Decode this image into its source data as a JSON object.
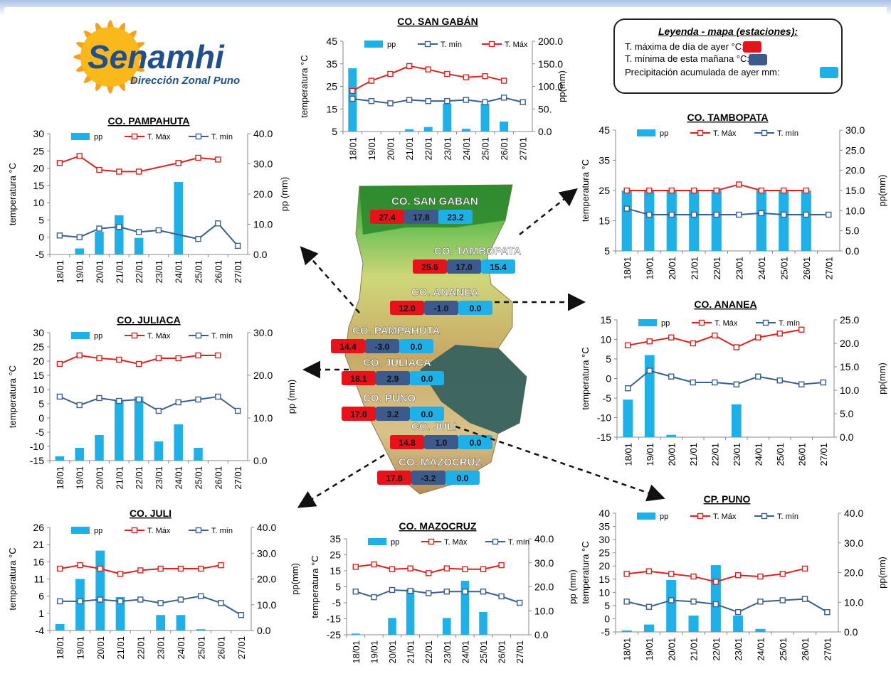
{
  "logo": {
    "name": "Senamhi",
    "subtitle": "Dirección Zonal Puno"
  },
  "legend": {
    "title": "Leyenda - mapa (estaciones):",
    "items": [
      {
        "label": "T. máxima  de día de ayer °C:",
        "color": "#e8121a"
      },
      {
        "label": "T. mínima  de esta mañana  °C:",
        "color": "#3d5a8c"
      },
      {
        "label": "Precipitación acumulada de ayer mm:",
        "color": "#1eb0e8"
      }
    ]
  },
  "colors": {
    "pp": "#1eb0e8",
    "tmax": "#e0201c",
    "tmin": "#3b5f8f",
    "map_forest": "#2e8b2e",
    "map_highland": "#2f5d5d"
  },
  "map_stations": [
    {
      "name": "CO. SAN GABAN",
      "tmax": "27.4",
      "tmin": "17.8",
      "pp": "23.2"
    },
    {
      "name": "CO. TAMBOPATA",
      "tmax": "25.6",
      "tmin": "17.0",
      "pp": "15.4"
    },
    {
      "name": "CO. ANANEA",
      "tmax": "12.0",
      "tmin": "-1.0",
      "pp": "0.0"
    },
    {
      "name": "CO. PAMPAHUTA",
      "tmax": "14.4",
      "tmin": "-3.0",
      "pp": "0.0"
    },
    {
      "name": "CO. JULIACA",
      "tmax": "18.1",
      "tmin": "2.9",
      "pp": "0.0"
    },
    {
      "name": "CO. PUNO",
      "tmax": "17.0",
      "tmin": "3.2",
      "pp": "0.0"
    },
    {
      "name": "CO. JULI",
      "tmax": "14.8",
      "tmin": "1.0",
      "pp": "0.0"
    },
    {
      "name": "CO. MAZOCRUZ",
      "tmax": "17.8",
      "tmin": "-3.2",
      "pp": "0.0"
    }
  ],
  "chart_data": [
    {
      "id": "san-gaban",
      "type": "bar+line",
      "title": "CO. SAN GABÁN",
      "legend_order": [
        "pp",
        "T. mín",
        "T. Máx"
      ],
      "categories": [
        "18/01",
        "19/01",
        "20/01",
        "21/01",
        "22/01",
        "23/01",
        "24/01",
        "25/01",
        "26/01",
        "27/01"
      ],
      "ylabel": "temperatura °C",
      "y2label": "pp(mm)",
      "ylim": [
        5,
        45
      ],
      "yticks": [
        "45",
        "35",
        "25",
        "15",
        "5"
      ],
      "y2lim": [
        0,
        200
      ],
      "y2ticks": [
        "200.0",
        "150.0",
        "100.0",
        "50.",
        "0.0"
      ],
      "series": [
        {
          "name": "pp",
          "kind": "bar",
          "axis": "y2",
          "values": [
            140,
            null,
            null,
            5,
            10,
            62,
            6,
            62,
            22,
            null
          ]
        },
        {
          "name": "T. Máx",
          "kind": "line",
          "axis": "y",
          "values": [
            23,
            27.5,
            30.5,
            34,
            32.5,
            30.5,
            29,
            29.5,
            27.5,
            null
          ]
        },
        {
          "name": "T. mín",
          "kind": "line",
          "axis": "y",
          "values": [
            19.5,
            18.5,
            17.5,
            19,
            18.5,
            18.5,
            19,
            18,
            20,
            18
          ]
        }
      ]
    },
    {
      "id": "pampahuta",
      "type": "bar+line",
      "title": "CO. PAMPAHUTA",
      "legend_order": [
        "pp",
        "T. Máx",
        "T. mín"
      ],
      "categories": [
        "18/01",
        "19/01",
        "20/01",
        "21/01",
        "22/01",
        "23/01",
        "24/01",
        "25/01",
        "26/01",
        "27/01"
      ],
      "ylabel": "temperatura °C",
      "y2label": "pp (mm)",
      "ylim": [
        -5,
        30
      ],
      "yticks": [
        "30",
        "25",
        "20",
        "15",
        "10",
        "5",
        "0",
        "-5"
      ],
      "y2lim": [
        0,
        40
      ],
      "y2ticks": [
        "40.0",
        "30.0",
        "20.0",
        "10.0",
        "0.0"
      ],
      "series": [
        {
          "name": "pp",
          "kind": "bar",
          "axis": "y2",
          "values": [
            null,
            2,
            7.5,
            13,
            5.5,
            null,
            24,
            null,
            null,
            null
          ]
        },
        {
          "name": "T. Máx",
          "kind": "line",
          "axis": "y",
          "values": [
            21.5,
            23.5,
            19.5,
            19,
            19,
            null,
            21.5,
            23,
            22.5,
            null
          ]
        },
        {
          "name": "T. mín",
          "kind": "line",
          "axis": "y",
          "values": [
            0.5,
            0,
            2.5,
            3,
            1.5,
            2,
            null,
            -0.5,
            4,
            -2.5
          ]
        }
      ]
    },
    {
      "id": "tambopata",
      "type": "bar+line",
      "title": "CO. TAMBOPATA",
      "legend_order": [
        "pp",
        "T. Máx",
        "T. mín"
      ],
      "categories": [
        "18/01",
        "19/01",
        "20/01",
        "21/01",
        "22/01",
        "23/01",
        "24/01",
        "25/01",
        "26/01",
        "27/01"
      ],
      "ylabel": "temperatura °C",
      "y2label": "pp(mm)",
      "ylim": [
        5,
        45
      ],
      "yticks": [
        "45",
        "35",
        "25",
        "15",
        "5"
      ],
      "y2lim": [
        0,
        30
      ],
      "y2ticks": [
        "30.0",
        "25.0",
        "20.0",
        "15.0",
        "10.0",
        "5.0",
        "0.0"
      ],
      "series": [
        {
          "name": "pp",
          "kind": "bar",
          "axis": "y2",
          "values": [
            15,
            15,
            15,
            15,
            15,
            null,
            15,
            15,
            15,
            null
          ]
        },
        {
          "name": "T. Máx",
          "kind": "line",
          "axis": "y",
          "values": [
            25,
            25,
            25,
            25,
            25,
            27,
            25,
            25,
            25,
            null
          ]
        },
        {
          "name": "T. mín",
          "kind": "line",
          "axis": "y",
          "values": [
            19,
            17,
            17,
            17,
            17,
            17,
            17.5,
            17,
            17,
            17
          ]
        }
      ]
    },
    {
      "id": "juliaca",
      "type": "bar+line",
      "title": "CO. JULIACA",
      "legend_order": [
        "pp",
        "T. Máx",
        "T. mín"
      ],
      "categories": [
        "18/01",
        "19/01",
        "20/01",
        "21/01",
        "22/01",
        "23/01",
        "24/01",
        "25/01",
        "26/01",
        "27/01"
      ],
      "ylabel": "temperatura °C",
      "y2label": "pp (mm)",
      "ylim": [
        -15,
        30
      ],
      "yticks": [
        "30",
        "25",
        "20",
        "15",
        "10",
        "5",
        "0",
        "-5",
        "-10",
        "-15"
      ],
      "y2lim": [
        0,
        30
      ],
      "y2ticks": [
        "30.0",
        "20.0",
        "10.0",
        "0.0"
      ],
      "series": [
        {
          "name": "pp",
          "kind": "bar",
          "axis": "y2",
          "values": [
            1,
            3,
            6,
            14,
            15,
            4.5,
            8.5,
            3,
            null,
            null
          ]
        },
        {
          "name": "T. Máx",
          "kind": "line",
          "axis": "y",
          "values": [
            19,
            22,
            21,
            20.5,
            19,
            21,
            21,
            22,
            22,
            null
          ]
        },
        {
          "name": "T. mín",
          "kind": "line",
          "axis": "y",
          "values": [
            7.5,
            4.5,
            7,
            6,
            6.5,
            2.5,
            5.5,
            6.5,
            7.5,
            2.5
          ]
        }
      ]
    },
    {
      "id": "ananea",
      "type": "bar+line",
      "title": "CO. ANANEA",
      "legend_order": [
        "pp",
        "T. Máx",
        "T. mín"
      ],
      "categories": [
        "18/01",
        "19/01",
        "20/01",
        "21/01",
        "22/01",
        "23/01",
        "24/01",
        "25/01",
        "26/01",
        "27/01"
      ],
      "ylabel": "temperatura °C",
      "y2label": "pp(mm)",
      "ylim": [
        -15,
        15
      ],
      "yticks": [
        "15",
        "10",
        "5",
        "0",
        "-5",
        "-10",
        "-15"
      ],
      "y2lim": [
        0,
        25
      ],
      "y2ticks": [
        "25.0",
        "20.0",
        "15.0",
        "10.0",
        "5.0",
        "0.0"
      ],
      "series": [
        {
          "name": "pp",
          "kind": "bar",
          "axis": "y2",
          "values": [
            8,
            17.5,
            0.5,
            null,
            null,
            7,
            null,
            null,
            null,
            null
          ]
        },
        {
          "name": "T. Máx",
          "kind": "line",
          "axis": "y",
          "values": [
            8.5,
            9.5,
            10.5,
            9,
            11,
            8,
            10.5,
            11.5,
            12.5,
            null
          ]
        },
        {
          "name": "T. mín",
          "kind": "line",
          "axis": "y",
          "values": [
            -2.5,
            2,
            0.5,
            -1,
            -1,
            -1.5,
            0.5,
            -0.5,
            -1.5,
            -1
          ]
        }
      ]
    },
    {
      "id": "juli",
      "type": "bar+line",
      "title": "CO. JULI",
      "legend_order": [
        "pp",
        "T. Máx",
        "T. mín"
      ],
      "categories": [
        "18/01",
        "19/01",
        "20/01",
        "21/01",
        "22/01",
        "23/01",
        "24/01",
        "25/01",
        "26/01",
        "27/01"
      ],
      "ylabel": "temperatura °C",
      "y2label": "pp(mm)",
      "ylim": [
        -4,
        26
      ],
      "yticks": [
        "26",
        "21",
        "16",
        "11",
        "6",
        "1",
        "-4"
      ],
      "y2lim": [
        0,
        40
      ],
      "y2ticks": [
        "40.0",
        "30.0",
        "20.0",
        "10.0",
        "0.0"
      ],
      "series": [
        {
          "name": "pp",
          "kind": "bar",
          "axis": "y2",
          "values": [
            2.5,
            20,
            31,
            13,
            null,
            6,
            6,
            0.5,
            null,
            null
          ]
        },
        {
          "name": "T. Máx",
          "kind": "line",
          "axis": "y",
          "values": [
            14,
            15,
            14,
            12.5,
            13.5,
            14,
            14,
            14,
            15,
            null
          ]
        },
        {
          "name": "T. mín",
          "kind": "line",
          "axis": "y",
          "values": [
            4.5,
            4.5,
            5,
            4.5,
            5,
            4,
            5,
            6,
            4,
            0.5
          ]
        }
      ]
    },
    {
      "id": "mazocruz",
      "type": "bar+line",
      "title": "CO. MAZOCRUZ",
      "legend_order": [
        "pp",
        "T. Máx",
        "T. mín"
      ],
      "categories": [
        "18/01",
        "19/01",
        "20/01",
        "21/01",
        "22/01",
        "23/01",
        "24/01",
        "25/01",
        "26/01",
        "27/01"
      ],
      "ylabel": "temperatura °C",
      "y2label": "pp (mm)",
      "ylim": [
        -25,
        35
      ],
      "yticks": [
        "35",
        "25",
        "15",
        "5",
        "-5",
        "-15",
        "-25"
      ],
      "y2lim": [
        0,
        40
      ],
      "y2ticks": [
        "40.0",
        "30.0",
        "20.0",
        "10.0",
        "0.0"
      ],
      "series": [
        {
          "name": "pp",
          "kind": "bar",
          "axis": "y2",
          "values": [
            0.5,
            null,
            7,
            19,
            null,
            7,
            22.5,
            9.5,
            null,
            null
          ]
        },
        {
          "name": "T. Máx",
          "kind": "line",
          "axis": "y",
          "values": [
            17.5,
            19,
            16,
            16.5,
            13.5,
            16.5,
            16,
            16,
            18.5,
            null
          ]
        },
        {
          "name": "T. mín",
          "kind": "line",
          "axis": "y",
          "values": [
            2,
            -1.5,
            3,
            2.5,
            1,
            2,
            2,
            2,
            -1,
            -5
          ]
        }
      ]
    },
    {
      "id": "cp-puno",
      "type": "bar+line",
      "title": "CP. PUNO",
      "legend_order": [
        "pp",
        "T. Máx",
        "T. mín"
      ],
      "categories": [
        "18/01",
        "19/01",
        "20/01",
        "21/01",
        "22/01",
        "23/01",
        "24/01",
        "25/01",
        "26/01",
        "27/01"
      ],
      "ylabel": "temperatura °C",
      "y2label": "pp(mm)",
      "ylim": [
        -5,
        40
      ],
      "yticks": [
        "40",
        "35",
        "30",
        "25",
        "20",
        "15",
        "10",
        "5",
        "0",
        "-5"
      ],
      "y2lim": [
        0,
        40
      ],
      "y2ticks": [
        "40.0",
        "30.0",
        "20.0",
        "10.0",
        "0.0"
      ],
      "series": [
        {
          "name": "pp",
          "kind": "bar",
          "axis": "y2",
          "values": [
            0.5,
            2.5,
            17.5,
            5.5,
            22.5,
            5.5,
            1,
            null,
            null,
            null
          ]
        },
        {
          "name": "T. Máx",
          "kind": "line",
          "axis": "y",
          "values": [
            17,
            18,
            17,
            16,
            14,
            16.5,
            16,
            17,
            19,
            null
          ]
        },
        {
          "name": "T. mín",
          "kind": "line",
          "axis": "y",
          "values": [
            6.5,
            4.5,
            7,
            6.5,
            5.5,
            2.5,
            6.5,
            7,
            7.5,
            2.5
          ]
        }
      ]
    }
  ]
}
